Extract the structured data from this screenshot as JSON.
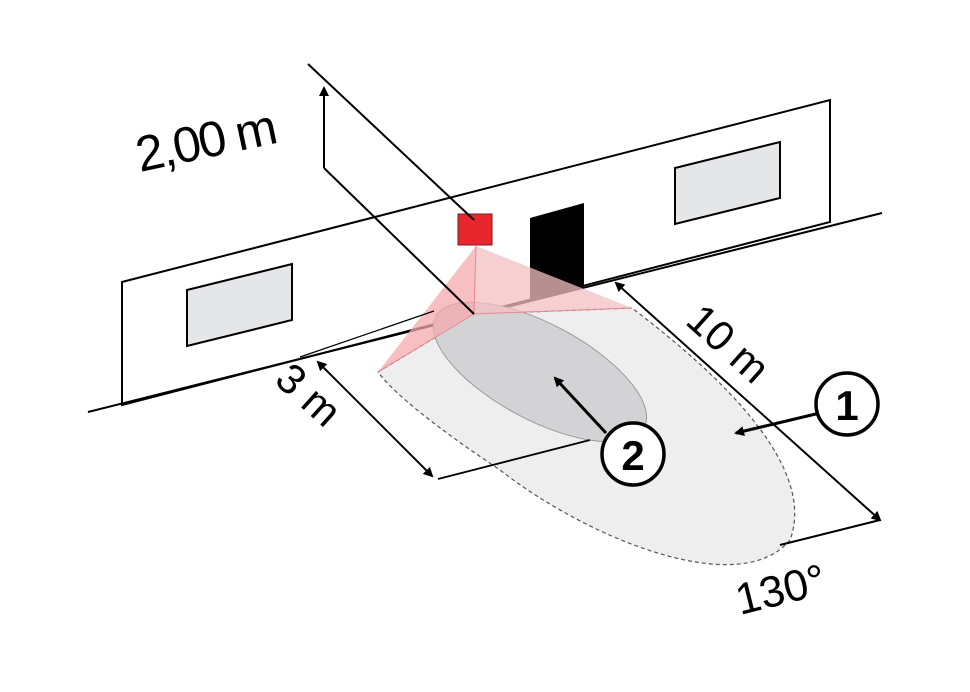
{
  "labels": {
    "height": "2,00 m",
    "range": "10 m",
    "width": "3 m",
    "angle": "130°"
  },
  "callouts": [
    {
      "number": "1"
    },
    {
      "number": "2"
    }
  ],
  "colors": {
    "sensor": "#e8262e",
    "beam": "#f4a9ad",
    "detection_outer": "#eeeeef",
    "detection_inner": "#d0d0d3",
    "window": "#e5e6e8",
    "door": "#000000",
    "line": "#000000"
  }
}
